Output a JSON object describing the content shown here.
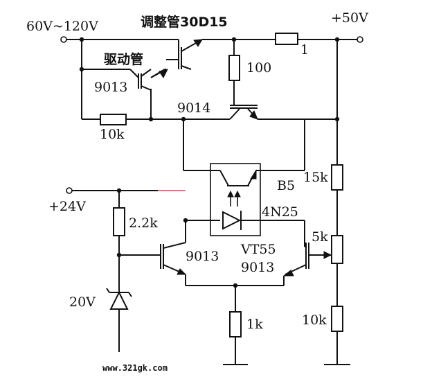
{
  "labels": {
    "input_voltage": "60V~120V",
    "pass_transistor": "调整管30D15",
    "output_voltage": "+50V",
    "driver_transistor": "驱动管",
    "q_9013_top": "9013",
    "r_10k_top": "10k",
    "r_100": "100",
    "r_1": "1",
    "q_9014": "9014",
    "r_15k": "15k",
    "opto_ref": "B5",
    "opto_part": "4N25",
    "supply_24v": "+24V",
    "r_2_2k": "2.2k",
    "q_9013_left": "9013",
    "q_vt55": "VT55",
    "q_9013_right": "9013",
    "r_5k": "5k",
    "zener_20v": "20V",
    "r_1k": "1k",
    "r_10k_bottom": "10k",
    "watermark": "www.321gk.com"
  },
  "colors": {
    "ink": "#111111",
    "paper": "#ffffff",
    "stray_mark": "#b03030"
  }
}
